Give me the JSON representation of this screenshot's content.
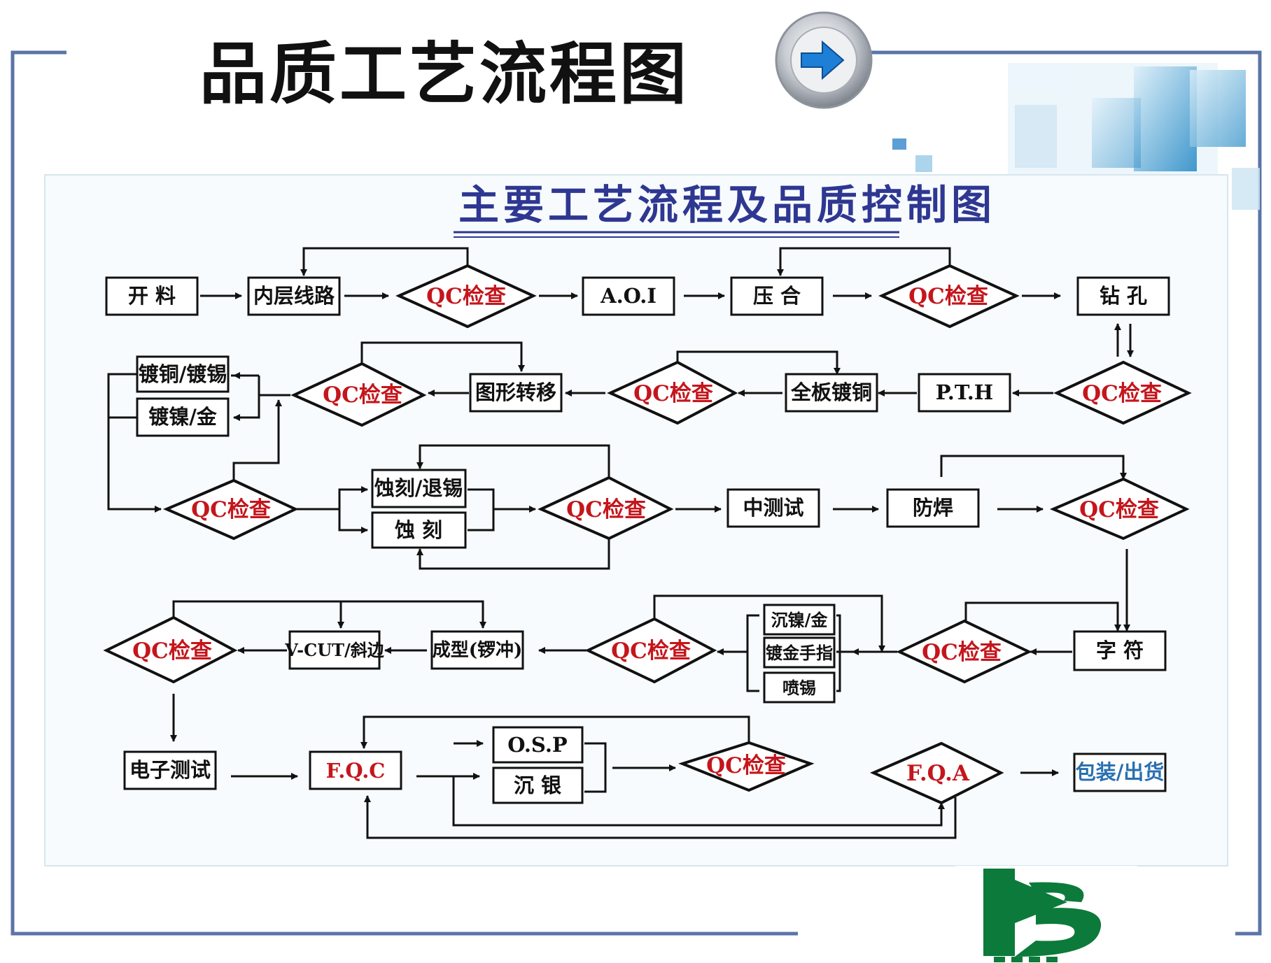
{
  "slide": {
    "title": "品质工艺流程图"
  },
  "diagram": {
    "title": "主要工艺流程及品质控制图",
    "colors": {
      "title": "#2e3791",
      "qc_text": "#c4161c",
      "blue_text": "#2a6fb0",
      "frame": "#5b74a8",
      "logo_green": "#0c7a3a"
    },
    "nodes": [
      {
        "id": "kailiao",
        "shape": "box",
        "label": "开 料"
      },
      {
        "id": "neiceng",
        "shape": "box",
        "label": "内层线路"
      },
      {
        "id": "qc1",
        "shape": "diamond",
        "label": "QC检查"
      },
      {
        "id": "aoi",
        "shape": "box",
        "label": "A.O.I"
      },
      {
        "id": "yahe",
        "shape": "box",
        "label": "压 合"
      },
      {
        "id": "qc2",
        "shape": "diamond",
        "label": "QC检查"
      },
      {
        "id": "zuankong",
        "shape": "box",
        "label": "钻 孔"
      },
      {
        "id": "qc3",
        "shape": "diamond",
        "label": "QC检查"
      },
      {
        "id": "pth",
        "shape": "box",
        "label": "P.T.H"
      },
      {
        "id": "quanban",
        "shape": "box",
        "label": "全板镀铜"
      },
      {
        "id": "qc4",
        "shape": "diamond",
        "label": "QC检查"
      },
      {
        "id": "tuxing",
        "shape": "box",
        "label": "图形转移"
      },
      {
        "id": "qc5",
        "shape": "diamond",
        "label": "QC检查"
      },
      {
        "id": "dutong",
        "shape": "box",
        "label": "镀铜/镀锡"
      },
      {
        "id": "dunie",
        "shape": "box",
        "label": "镀镍/金"
      },
      {
        "id": "qc6",
        "shape": "diamond",
        "label": "QC检查"
      },
      {
        "id": "shike_tuixi",
        "shape": "box",
        "label": "蚀刻/退锡"
      },
      {
        "id": "shike",
        "shape": "box",
        "label": "蚀 刻"
      },
      {
        "id": "qc7",
        "shape": "diamond",
        "label": "QC检查"
      },
      {
        "id": "zhongceshi",
        "shape": "box",
        "label": "中测试"
      },
      {
        "id": "fanghan",
        "shape": "box",
        "label": "防焊"
      },
      {
        "id": "qc8",
        "shape": "diamond",
        "label": "QC检查"
      },
      {
        "id": "zifu",
        "shape": "box",
        "label": "字 符"
      },
      {
        "id": "qc9",
        "shape": "diamond",
        "label": "QC检查"
      },
      {
        "id": "chennie",
        "shape": "box",
        "label": "沉镍/金"
      },
      {
        "id": "dujin",
        "shape": "box",
        "label": "镀金手指"
      },
      {
        "id": "penxi",
        "shape": "box",
        "label": "喷锡"
      },
      {
        "id": "qc10",
        "shape": "diamond",
        "label": "QC检查"
      },
      {
        "id": "chengxing",
        "shape": "box",
        "label": "成型(锣冲)"
      },
      {
        "id": "vcut",
        "shape": "box",
        "label": "V-CUT/斜边"
      },
      {
        "id": "qc11",
        "shape": "diamond",
        "label": "QC检查"
      },
      {
        "id": "dianzi",
        "shape": "box",
        "label": "电子测试"
      },
      {
        "id": "fqc",
        "shape": "box",
        "label": "F.Q.C"
      },
      {
        "id": "osp",
        "shape": "box",
        "label": "O.S.P"
      },
      {
        "id": "chenyin",
        "shape": "box",
        "label": "沉 银"
      },
      {
        "id": "qc12",
        "shape": "diamond",
        "label": "QC检查"
      },
      {
        "id": "fqa",
        "shape": "diamond",
        "label": "F.Q.A"
      },
      {
        "id": "baozhuang",
        "shape": "box",
        "label": "包装/出货"
      }
    ]
  }
}
